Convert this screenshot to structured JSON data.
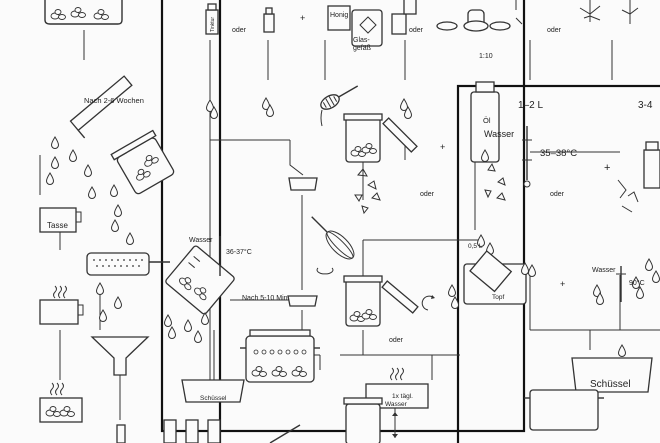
{
  "labels": {
    "nach_wochen": "Nach 2-6 Wochen",
    "tasse": "Tasse",
    "wasser_left": "Wasser",
    "temp_left": "36-37°C",
    "nach_min": "Nach 5-10 Min.",
    "schuessel_small": "Schüssel",
    "oder_top1": "oder",
    "oder_top2": "oder",
    "oder_top3": "oder",
    "oder_mid": "oder",
    "oder_low": "oder",
    "oder_right": "oder",
    "honig": "Honig",
    "glas_line1": "Glas-",
    "glas_line2": "gefäß",
    "ratio": "1:10",
    "volume": "1–2 L",
    "volume_right": "3-4",
    "oel": "Öl",
    "wasser_right": "Wasser",
    "temp_right": "35–38°C",
    "half_liter": "0,5 L",
    "topf": "Topf",
    "wasser_far": "Wasser",
    "temp_far": "90°C",
    "schuessel_big": "Schüssel",
    "tagl_line1": "1x tägl.",
    "tagl_line2": "Wasser",
    "tinktur": "Tinktur"
  }
}
